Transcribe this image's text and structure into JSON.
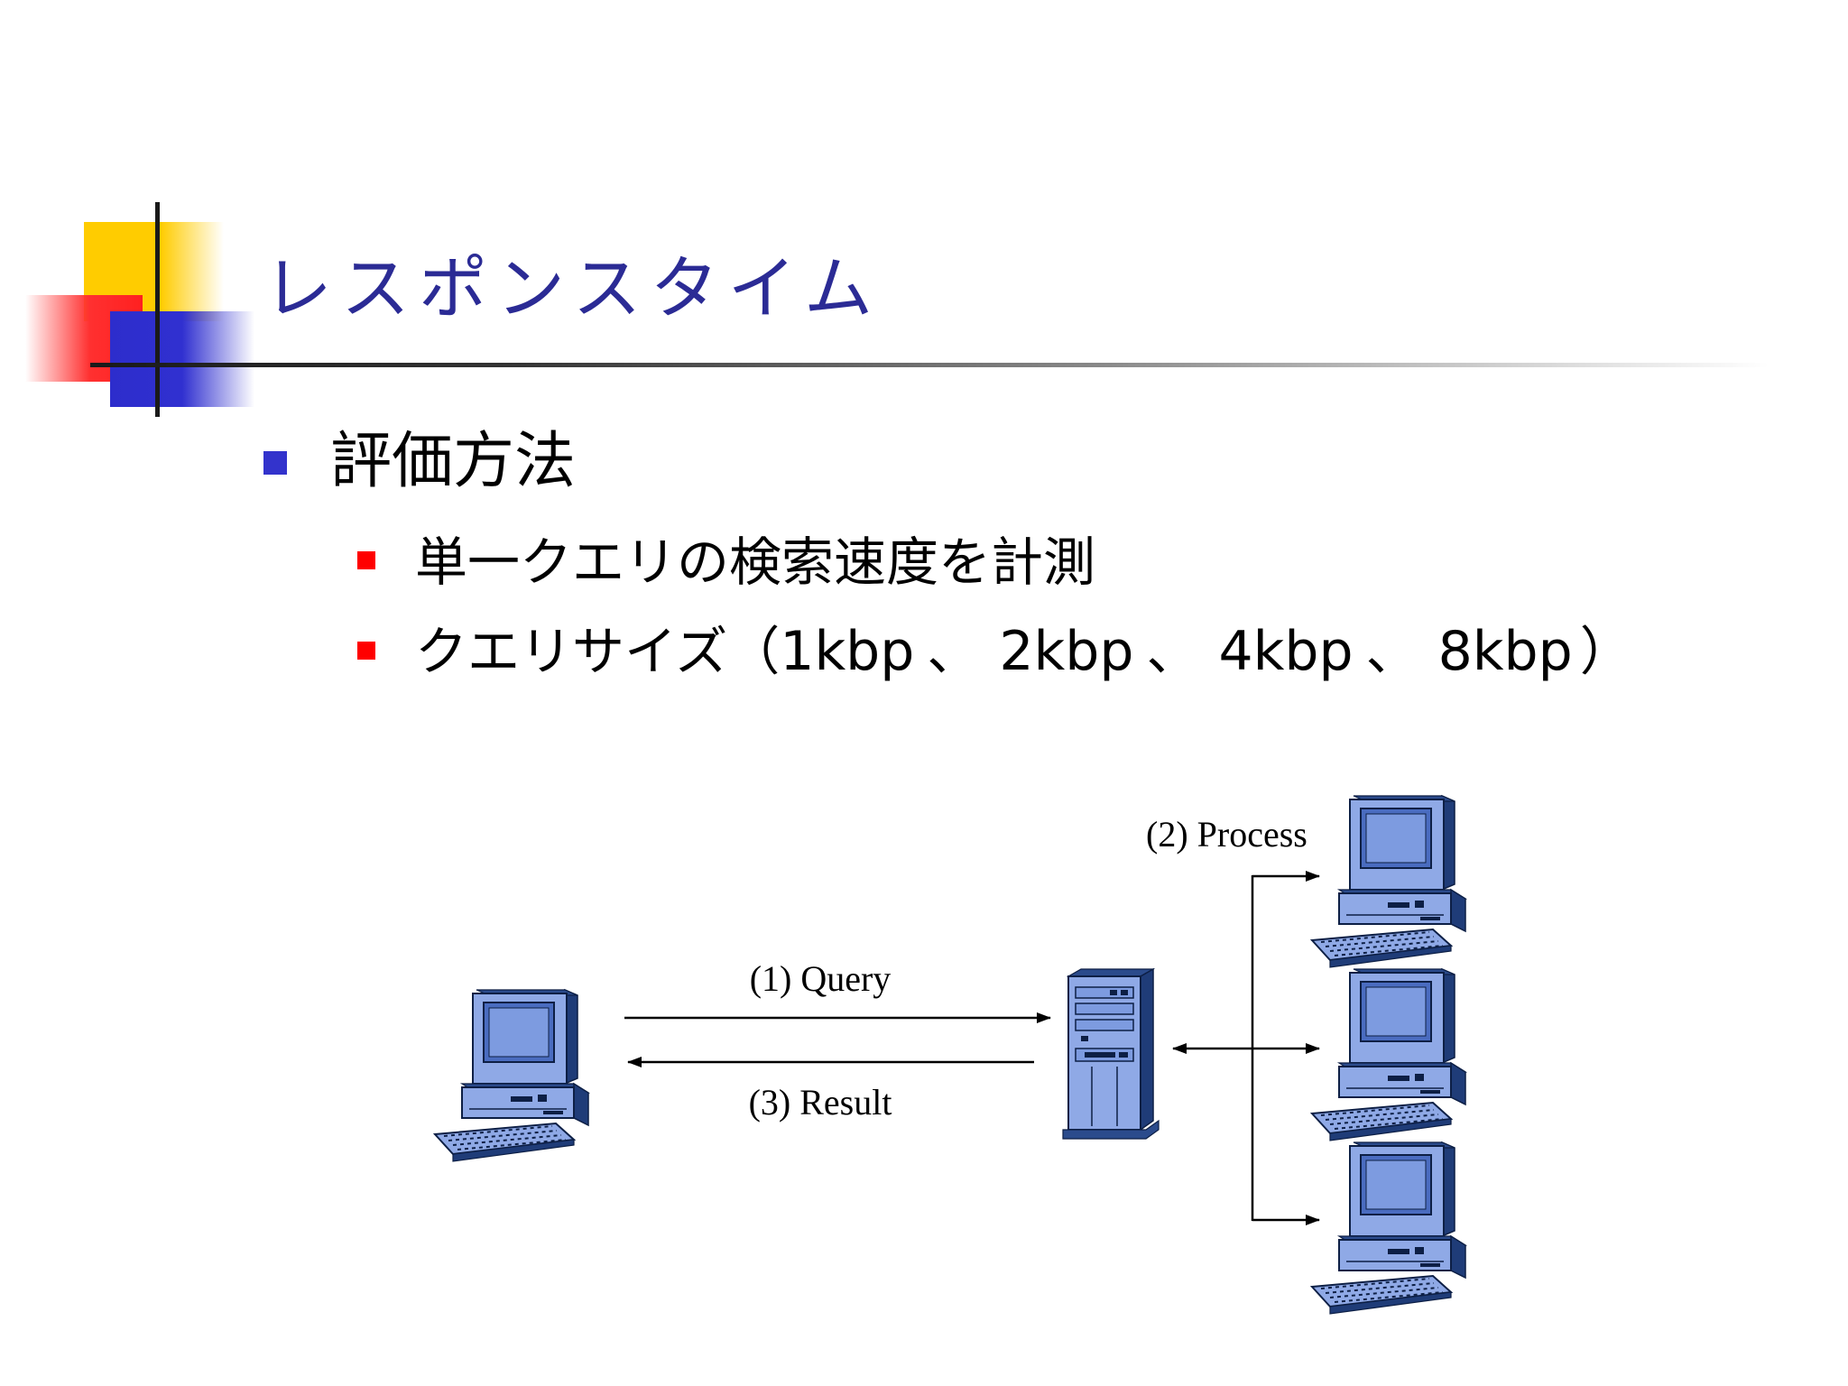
{
  "slide": {
    "title": "レスポンスタイム",
    "bullet1": "評価方法",
    "sub_bullets": [
      {
        "text": "単一クエリの検索速度を計測"
      },
      {
        "prefix": "クエリサイズ（",
        "sizes": [
          "1kbp",
          "2kbp",
          "4kbp",
          "8kbp"
        ],
        "separator": "、",
        "suffix": "）"
      }
    ]
  },
  "diagram": {
    "labels": {
      "query": "(1) Query",
      "process": "(2) Process",
      "result": "(3) Result"
    },
    "icons": [
      "client-computer-icon",
      "server-tower-icon",
      "worker-computer-icon",
      "worker-computer-icon",
      "worker-computer-icon"
    ]
  },
  "colors": {
    "title": "#2b2b95",
    "bullet_level1": "#3333cc",
    "bullet_level2": "#ff0000",
    "computer_face": "#8fa9e6",
    "computer_dark": "#1f3c78"
  }
}
